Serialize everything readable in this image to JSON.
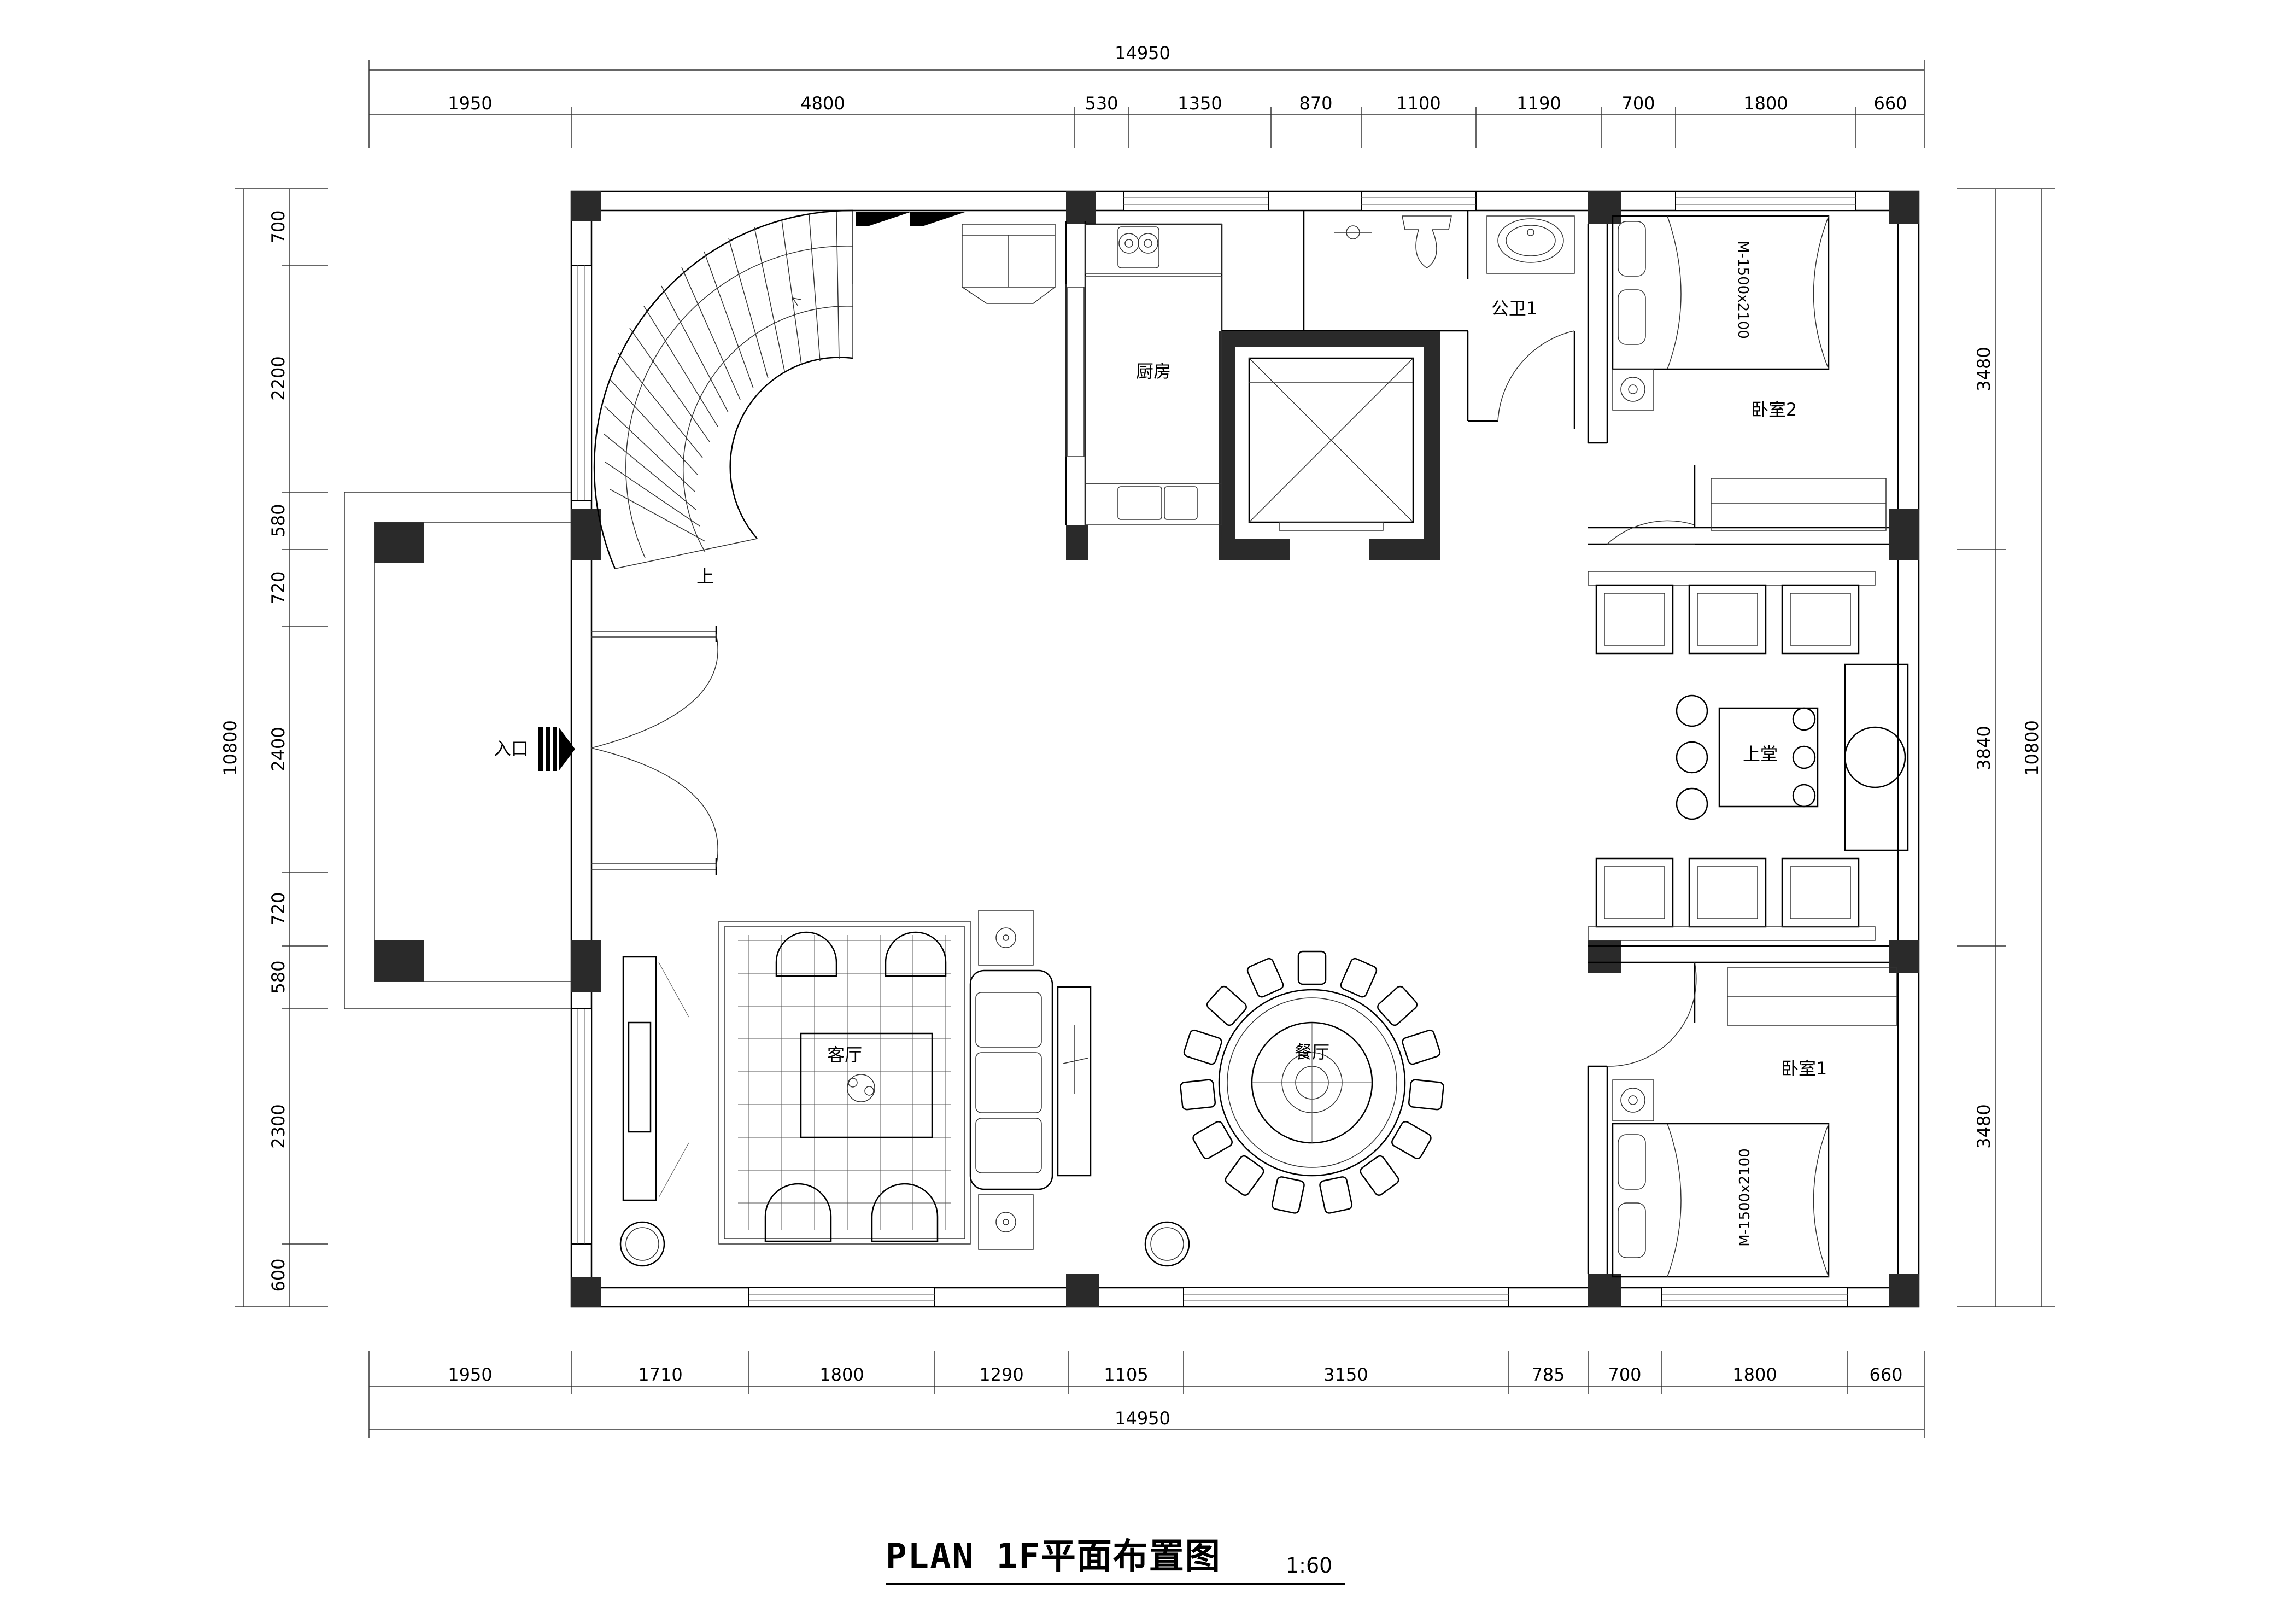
{
  "title": {
    "main": "PLAN   1F平面布置图",
    "scale": "1:60"
  },
  "dimensions": {
    "top_total": "14950",
    "top_segments": [
      "1950",
      "4800",
      "530",
      "1350",
      "870",
      "1100",
      "1190",
      "700",
      "1800",
      "660"
    ],
    "bottom_total": "14950",
    "bottom_segments": [
      "1950",
      "1710",
      "1800",
      "1290",
      "1105",
      "3150",
      "785",
      "700",
      "1800",
      "660"
    ],
    "left_total": "10800",
    "left_segments": [
      "700",
      "2200",
      "580",
      "720",
      "2400",
      "720",
      "580",
      "2300",
      "600"
    ],
    "right_total": "10800",
    "right_segments": [
      "3480",
      "3840",
      "3480"
    ]
  },
  "rooms": {
    "kitchen": "厨房",
    "public_wc": "公卫1",
    "bedroom2": "卧室2",
    "hall": "上堂",
    "living": "客厅",
    "dining": "餐厅",
    "bedroom1": "卧室1",
    "entrance": "入口",
    "stair_up": "上"
  },
  "labels": {
    "bed_top": "M-1500x2100",
    "bed_bottom": "M-1500x2100"
  }
}
